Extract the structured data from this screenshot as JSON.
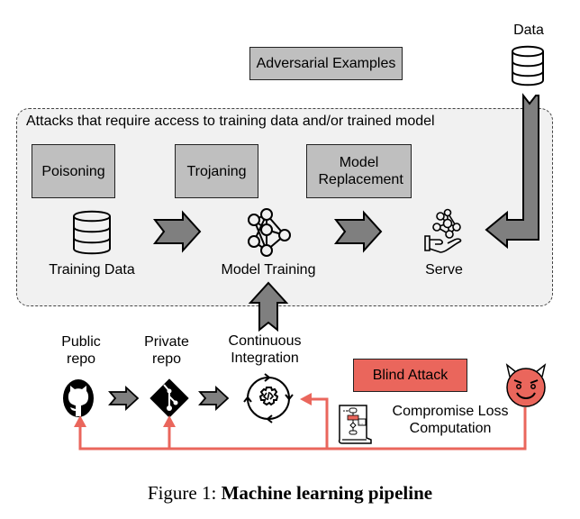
{
  "figure": {
    "caption_prefix": "Figure 1: ",
    "caption_title": "Machine learning pipeline"
  },
  "top": {
    "data_label": "Data",
    "adversarial_box": "Adversarial Examples"
  },
  "container": {
    "title": "Attacks that require access to training data and/or trained model",
    "attacks": [
      {
        "label": "Poisoning"
      },
      {
        "label": "Trojaning"
      },
      {
        "label": "Model Replacement"
      }
    ],
    "stages": [
      {
        "label": "Training Data",
        "icon": "database-icon"
      },
      {
        "label": "Model Training",
        "icon": "neural-network-icon"
      },
      {
        "label": "Serve",
        "icon": "hand-serve-model-icon"
      }
    ]
  },
  "bottom": {
    "sources": [
      {
        "label_line1": "Public",
        "label_line2": "repo",
        "icon": "github-icon"
      },
      {
        "label_line1": "Private",
        "label_line2": "repo",
        "icon": "git-icon"
      },
      {
        "label_line1": "Continuous",
        "label_line2": "Integration",
        "icon": "ci-cycle-icon"
      }
    ],
    "blind_attack_box": "Blind Attack",
    "compromise_line1": "Compromise Loss",
    "compromise_line2": "Computation",
    "attacker_icon": "devil-face-icon"
  },
  "colors": {
    "attack_red": "#ea665c",
    "arrow_red": "#ea665c",
    "box_gray": "#bfbfbf",
    "arrow_gray": "#7f7f7f",
    "container_bg": "#f1f1f1"
  }
}
